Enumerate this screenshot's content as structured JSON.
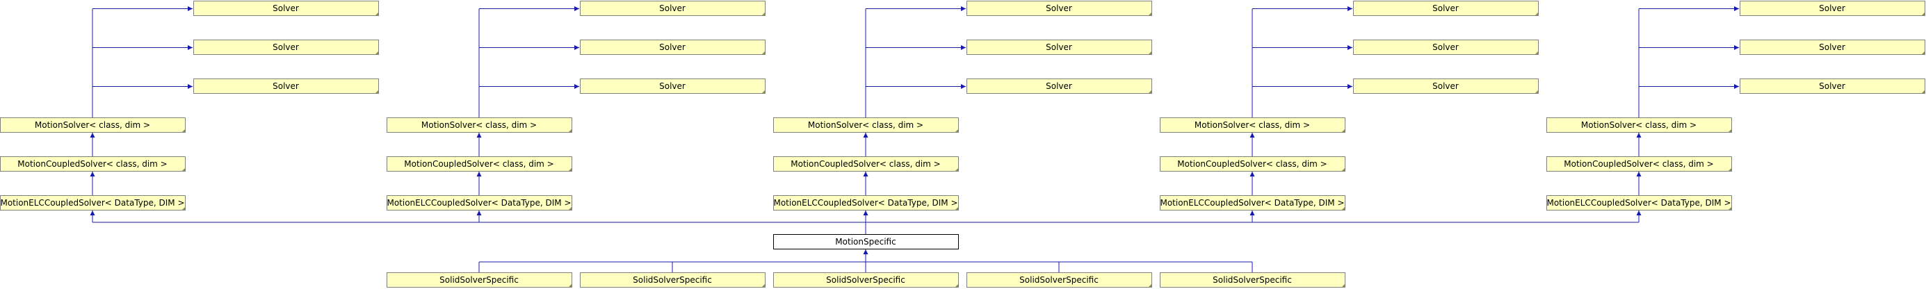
{
  "diagram": {
    "type": "class-inheritance-graph",
    "focus_class": "MotionSpecific",
    "template_columns": [
      {
        "chain": [
          "Solver",
          "Solver",
          "Solver",
          "MotionSolver< class, dim >",
          "MotionCoupledSolver< class, dim >",
          "MotionELCCoupledSolver< DataType, DIM >"
        ]
      },
      {
        "chain": [
          "Solver",
          "Solver",
          "Solver",
          "MotionSolver< class, dim >",
          "MotionCoupledSolver< class, dim >",
          "MotionELCCoupledSolver< DataType, DIM >"
        ]
      },
      {
        "chain": [
          "Solver",
          "Solver",
          "Solver",
          "MotionSolver< class, dim >",
          "MotionCoupledSolver< class, dim >",
          "MotionELCCoupledSolver< DataType, DIM >"
        ]
      },
      {
        "chain": [
          "Solver",
          "Solver",
          "Solver",
          "MotionSolver< class, dim >",
          "MotionCoupledSolver< class, dim >",
          "MotionELCCoupledSolver< DataType, DIM >"
        ]
      },
      {
        "chain": [
          "Solver",
          "Solver",
          "Solver",
          "MotionSolver< class, dim >",
          "MotionCoupledSolver< class, dim >",
          "MotionELCCoupledSolver< DataType, DIM >"
        ]
      }
    ],
    "derived_classes": [
      "SolidSolverSpecific",
      "SolidSolverSpecific",
      "SolidSolverSpecific",
      "SolidSolverSpecific",
      "SolidSolverSpecific"
    ],
    "colors": {
      "node_fill": "#FFFFC0",
      "node_border": "#808080",
      "focus_fill": "#FFFFFF",
      "focus_border": "#000000",
      "edge": "#1A1AA8",
      "node_corner": "#8C8C50"
    }
  }
}
